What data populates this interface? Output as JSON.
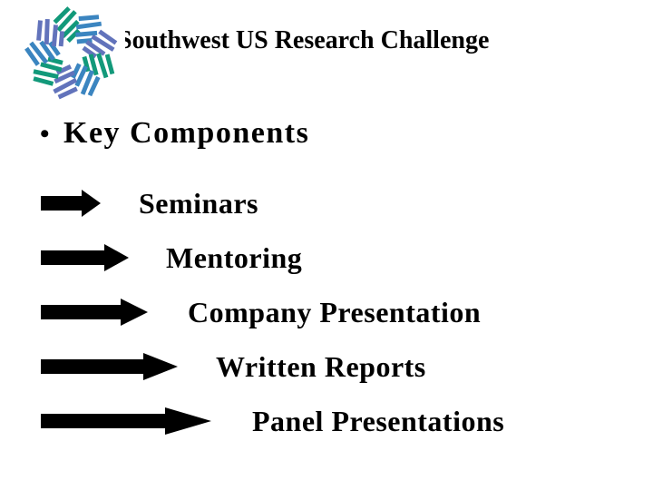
{
  "slide": {
    "title": "Southwest US Research Challenge",
    "heading": {
      "bullet": "•",
      "label": "Key Components"
    },
    "items": [
      {
        "label": "Seminars",
        "icon": "right-arrow-icon"
      },
      {
        "label": "Mentoring",
        "icon": "right-arrow-icon"
      },
      {
        "label": "Company Presentation",
        "icon": "right-arrow-icon"
      },
      {
        "label": "Written Reports",
        "icon": "right-arrow-icon"
      },
      {
        "label": "Panel Presentations",
        "icon": "right-arrow-icon"
      }
    ],
    "logo": {
      "name": "pinwheel-stripes-logo",
      "colors": {
        "green": "#12997a",
        "blue": "#3b85c0",
        "periwinkle": "#6273bb"
      }
    },
    "colors": {
      "background": "#ffffff",
      "text": "#000000",
      "arrow": "#000000"
    }
  }
}
